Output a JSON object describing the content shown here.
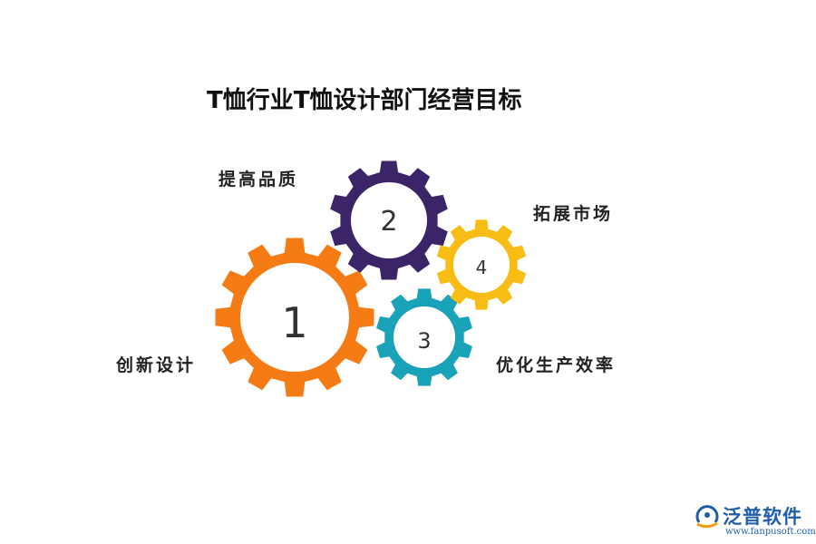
{
  "title": "T恤行业T恤设计部门经营目标",
  "gears": [
    {
      "number": "1",
      "label": "创新设计",
      "color": "#f57c15"
    },
    {
      "number": "2",
      "label": "提高品质",
      "color": "#3b2568"
    },
    {
      "number": "3",
      "label": "优化生产效率",
      "color": "#1aa3b8"
    },
    {
      "number": "4",
      "label": "拓展市场",
      "color": "#f7bd15"
    }
  ],
  "logo": {
    "name": "泛普软件",
    "url": "www.fanpusoft.com",
    "colors": {
      "blue": "#1f5fa8",
      "orange": "#f39c12"
    }
  }
}
